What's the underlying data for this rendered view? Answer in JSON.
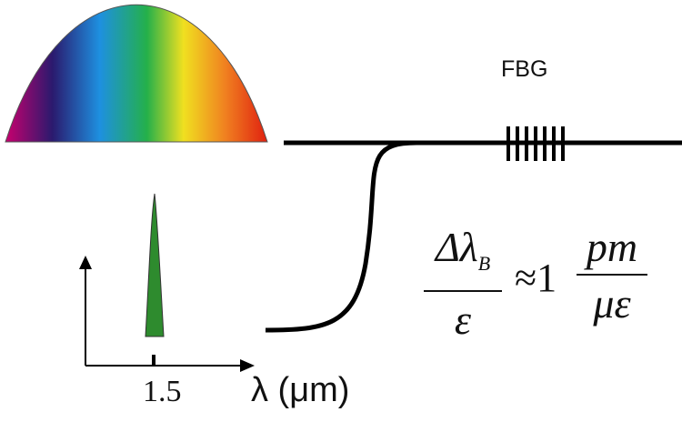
{
  "fbg_label": "FBG",
  "axis": {
    "tick_label": "1.5",
    "label": "λ (μm)"
  },
  "formula": {
    "left_numerator": "Δλ",
    "left_numerator_sub": "B",
    "left_denominator": "ε",
    "approx": "≈1",
    "right_numerator": "pm",
    "right_denominator": "με"
  },
  "colors": {
    "fiber": "#000000",
    "reflected_peak": "#2e8b2e",
    "spectrum": [
      "#c8006e",
      "#2a1a6e",
      "#1e90e0",
      "#24b04a",
      "#f0e020",
      "#f08020",
      "#e02010"
    ]
  },
  "fbg_grating_lines": 7
}
